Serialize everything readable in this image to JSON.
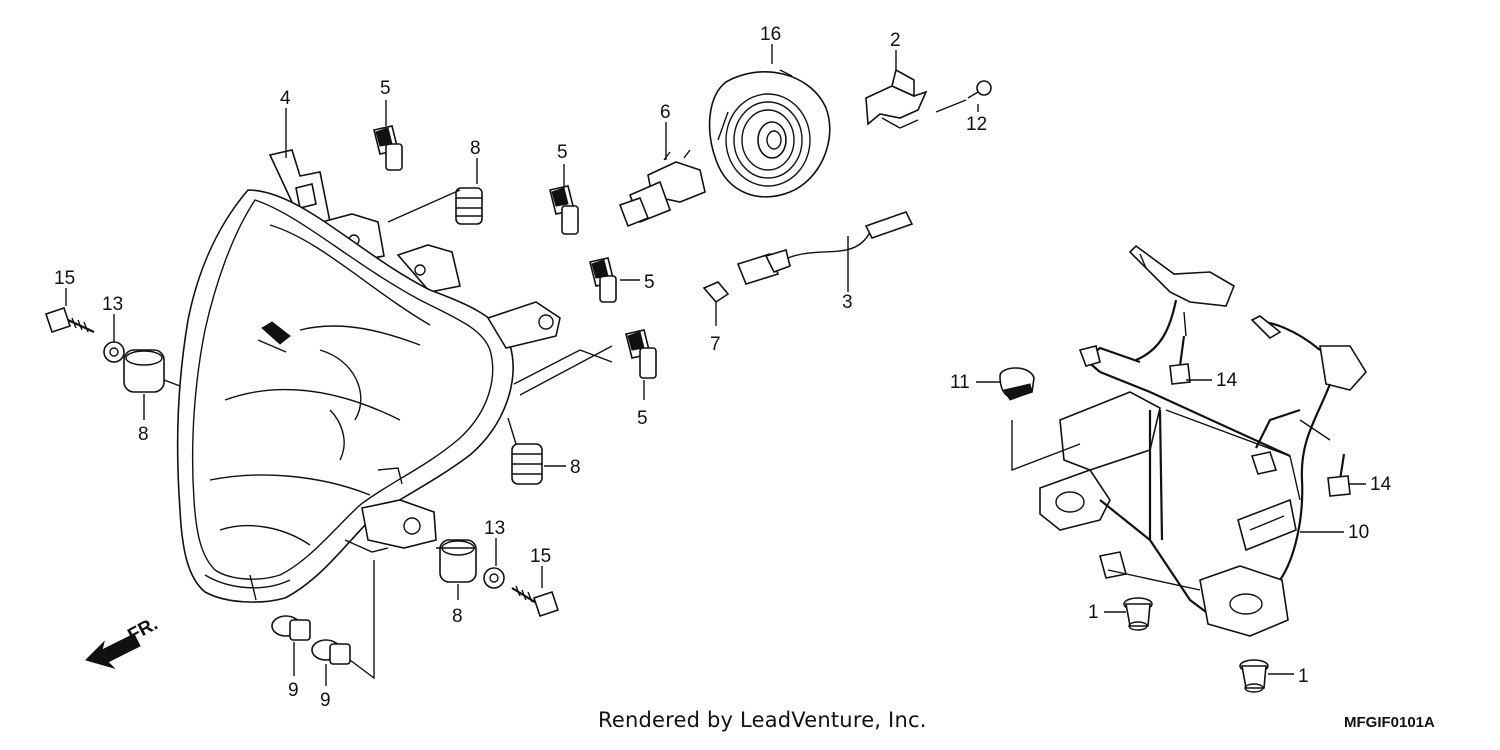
{
  "footer": {
    "credit": "Rendered by LeadVenture, Inc.",
    "diagram_code": "MFGIF0101A"
  },
  "direction_indicator": {
    "label": "FR."
  },
  "callouts": [
    {
      "id": "c16",
      "label": "16"
    },
    {
      "id": "c2",
      "label": "2"
    },
    {
      "id": "c12",
      "label": "12"
    },
    {
      "id": "c4",
      "label": "4"
    },
    {
      "id": "c5a",
      "label": "5"
    },
    {
      "id": "c8a",
      "label": "8"
    },
    {
      "id": "c5b",
      "label": "5"
    },
    {
      "id": "c6",
      "label": "6"
    },
    {
      "id": "c5c",
      "label": "5"
    },
    {
      "id": "c3",
      "label": "3"
    },
    {
      "id": "c7",
      "label": "7"
    },
    {
      "id": "c5d",
      "label": "5"
    },
    {
      "id": "c15a",
      "label": "15"
    },
    {
      "id": "c13a",
      "label": "13"
    },
    {
      "id": "c8b",
      "label": "8"
    },
    {
      "id": "c8c",
      "label": "8"
    },
    {
      "id": "c13b",
      "label": "13"
    },
    {
      "id": "c15b",
      "label": "15"
    },
    {
      "id": "c8d",
      "label": "8"
    },
    {
      "id": "c9a",
      "label": "9"
    },
    {
      "id": "c9b",
      "label": "9"
    },
    {
      "id": "c11",
      "label": "11"
    },
    {
      "id": "c14a",
      "label": "14"
    },
    {
      "id": "c14b",
      "label": "14"
    },
    {
      "id": "c10",
      "label": "10"
    },
    {
      "id": "c1a",
      "label": "1"
    },
    {
      "id": "c1b",
      "label": "1"
    }
  ]
}
